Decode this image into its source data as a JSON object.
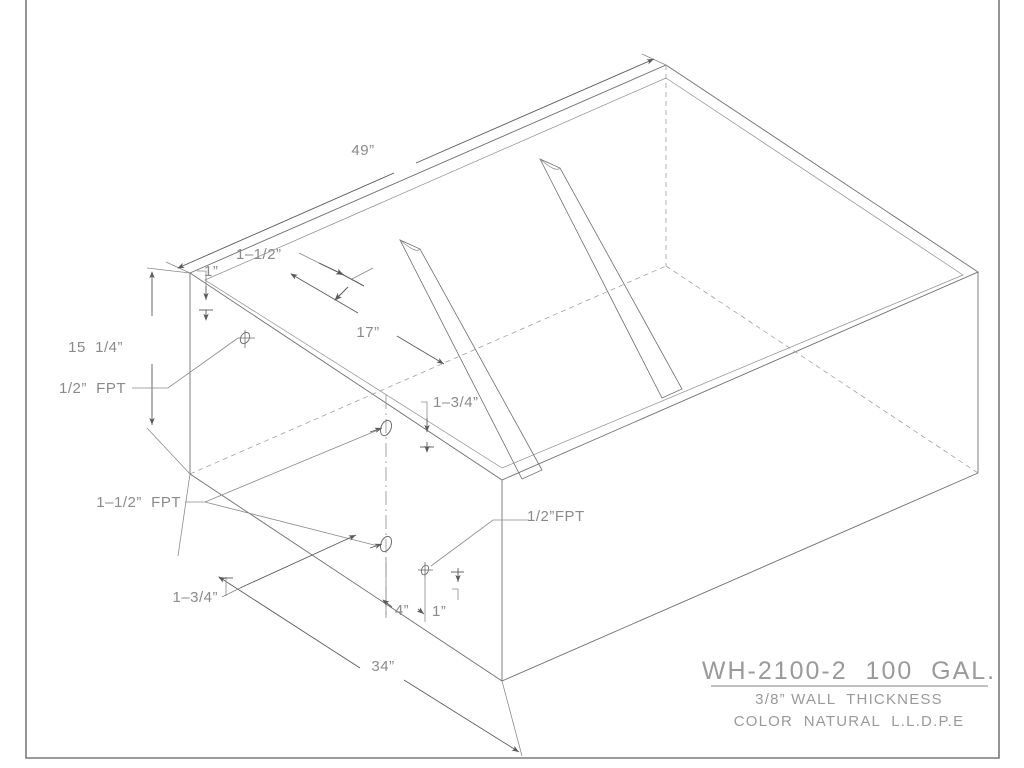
{
  "sheet": {
    "background_color": "#ffffff",
    "border_color": "#7a7a7a",
    "line_color": "#6e6e6e",
    "hidden_line_color": "#9c9c9c",
    "text_color": "#8a8a8a",
    "title_color": "#9a9a9a"
  },
  "title_block": {
    "part_number": "WH-2100-2  100  GAL.",
    "wall_thickness": "3/8” WALL  THICKNESS",
    "material": "COLOR  NATURAL  L.L.D.P.E"
  },
  "dimensions": {
    "overall_length": "49”",
    "overall_width": "34”",
    "overall_height": "15  1/4”",
    "top_lip": "1”",
    "slot_offset": "1–1/2”",
    "slot_spacing": "17”",
    "upper_fitting_drop": "1–3/4”",
    "lower_fitting_drop": "1–3/4”",
    "fitting_horizontal": "4”",
    "fitting_edge": "1”"
  },
  "callouts": {
    "top_port": "1/2”  FPT",
    "side_port_large": "1–1/2”  FPT",
    "side_port_small": "1/2”FPT"
  },
  "geometry": {
    "view": "isometric",
    "part_type": "rectangular water tank",
    "top_slots": 2,
    "fittings": 4
  }
}
